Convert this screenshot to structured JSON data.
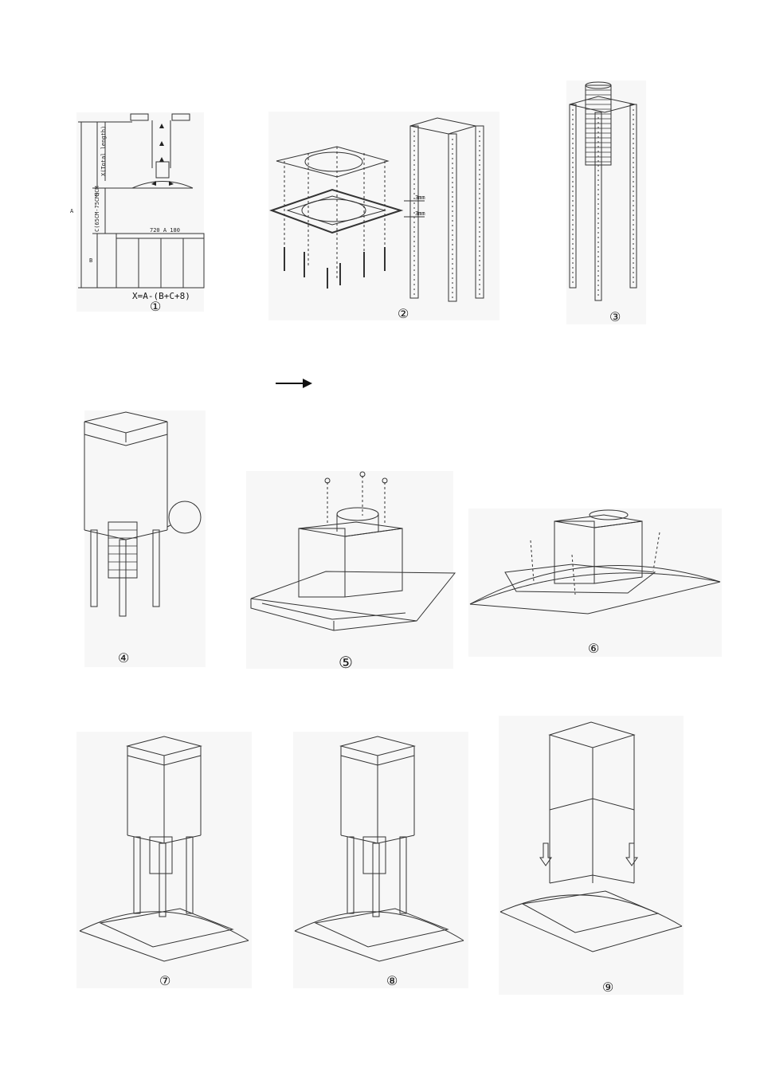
{
  "steps": [
    {
      "label": "①",
      "formula": "X=A-(B+C+8)",
      "dims": {
        "a": "A",
        "b": "B",
        "c": "C(65CM-75CM)",
        "c_extra": "8CM",
        "x": "X(Total length)",
        "counter": "720 A 180"
      }
    },
    {
      "label": "②",
      "dim_a": "3mm",
      "dim_b": "3mm"
    },
    {
      "label": "③"
    },
    {
      "label": "④"
    },
    {
      "label": "⑤"
    },
    {
      "label": "⑥"
    },
    {
      "label": "⑦"
    },
    {
      "label": "⑧"
    },
    {
      "label": "⑨"
    }
  ],
  "colors": {
    "ink": "#222222",
    "panel": "#f7f7f7"
  },
  "icons": {
    "arrow": "right-arrow-icon"
  }
}
